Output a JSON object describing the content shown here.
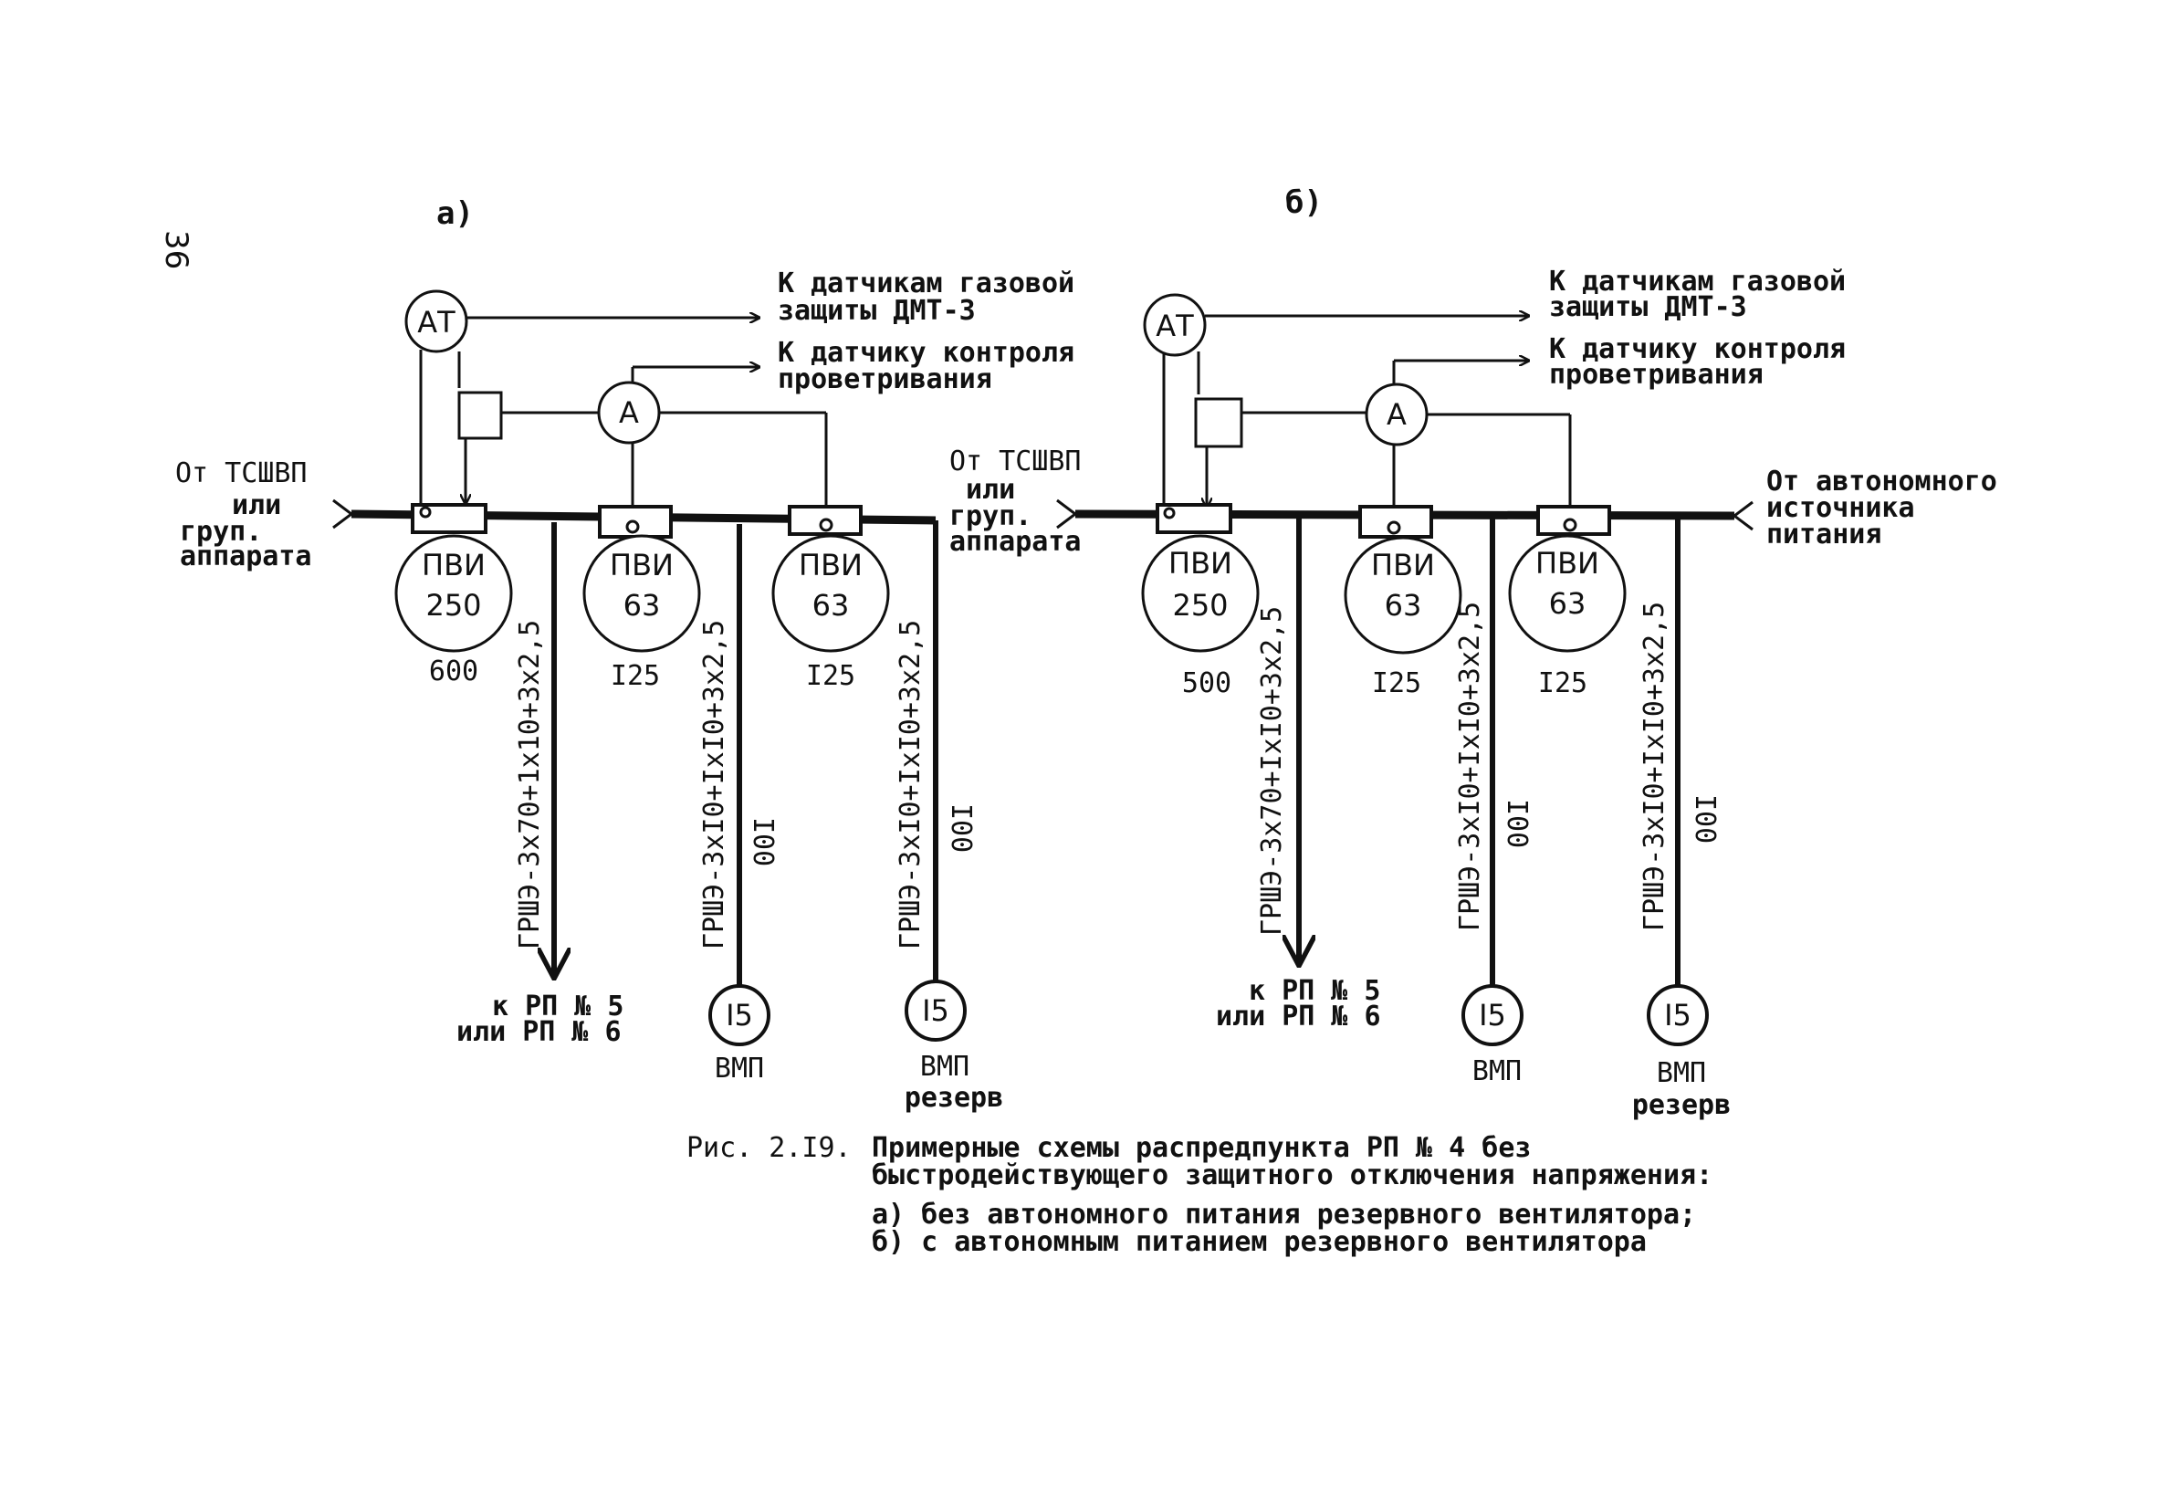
{
  "page_number": "36",
  "diagrams": [
    {
      "label": "а)",
      "at_label": "АТ",
      "a_label": "А",
      "top_arrow_1_line1": "К датчикам газовой",
      "top_arrow_1_line2": "защиты ДМТ-3",
      "top_arrow_2_line1": "К датчику контроля",
      "top_arrow_2_line2": "проветривания",
      "source_left_line1": "От ТСШВП",
      "source_left_line2": "или",
      "source_left_line3": "груп.",
      "source_left_line4": "аппарата",
      "source_right_line1": "",
      "source_right_line2": "",
      "source_right_line3": "",
      "units": [
        {
          "type": "ПВИ",
          "rating": "250",
          "setting": "600",
          "cable": "ГРШЭ-3x70+1x10+3x2,5",
          "length": "",
          "load": "",
          "load_label": "",
          "load_label2": ""
        },
        {
          "type": "ПВИ",
          "rating": "63",
          "setting": "I25",
          "cable": "ГРШЭ-3xI0+IxI0+3x2,5",
          "length": "I00",
          "load": "I5",
          "load_label": "ВМП",
          "load_label2": ""
        },
        {
          "type": "ПВИ",
          "rating": "63",
          "setting": "I25",
          "cable": "ГРШЭ-3xI0+IxI0+3x2,5",
          "length": "I00",
          "load": "I5",
          "load_label": "ВМП",
          "load_label2": "резерв"
        }
      ],
      "arrow_target_line1": "к РП № 5",
      "arrow_target_line2": "или РП № 6"
    },
    {
      "label": "б)",
      "at_label": "АТ",
      "a_label": "А",
      "top_arrow_1_line1": "К датчикам газовой",
      "top_arrow_1_line2": "защиты ДМТ-3",
      "top_arrow_2_line1": "К датчику контроля",
      "top_arrow_2_line2": "проветривания",
      "source_left_line1": "От ТСШВП",
      "source_left_line2": "или",
      "source_left_line3": "груп.",
      "source_left_line4": "аппарата",
      "source_right_line1": "От автономного",
      "source_right_line2": "источника",
      "source_right_line3": "питания",
      "units": [
        {
          "type": "ПВИ",
          "rating": "250",
          "setting": "500",
          "cable": "ГРШЭ-3x70+IxI0+3x2,5",
          "length": "",
          "load": "",
          "load_label": "",
          "load_label2": ""
        },
        {
          "type": "ПВИ",
          "rating": "63",
          "setting": "I25",
          "cable": "ГРШЭ-3xI0+IxI0+3x2,5",
          "length": "I00",
          "load": "I5",
          "load_label": "ВМП",
          "load_label2": ""
        },
        {
          "type": "ПВИ",
          "rating": "63",
          "setting": "I25",
          "cable": "ГРШЭ-3xI0+IxI0+3x2,5",
          "length": "I00",
          "load": "I5",
          "load_label": "ВМП",
          "load_label2": "резерв"
        }
      ],
      "arrow_target_line1": "к РП № 5",
      "arrow_target_line2": "или РП № 6"
    }
  ],
  "caption": {
    "prefix": "Рис. 2.I9.",
    "line1": "Примерные схемы распредпункта РП № 4 без",
    "line2": "быстродействующего защитного отключения напряжения:",
    "line3": "а) без автономного питания резервного вентилятора;",
    "line4": "б) с автономным питанием резервного вентилятора"
  }
}
